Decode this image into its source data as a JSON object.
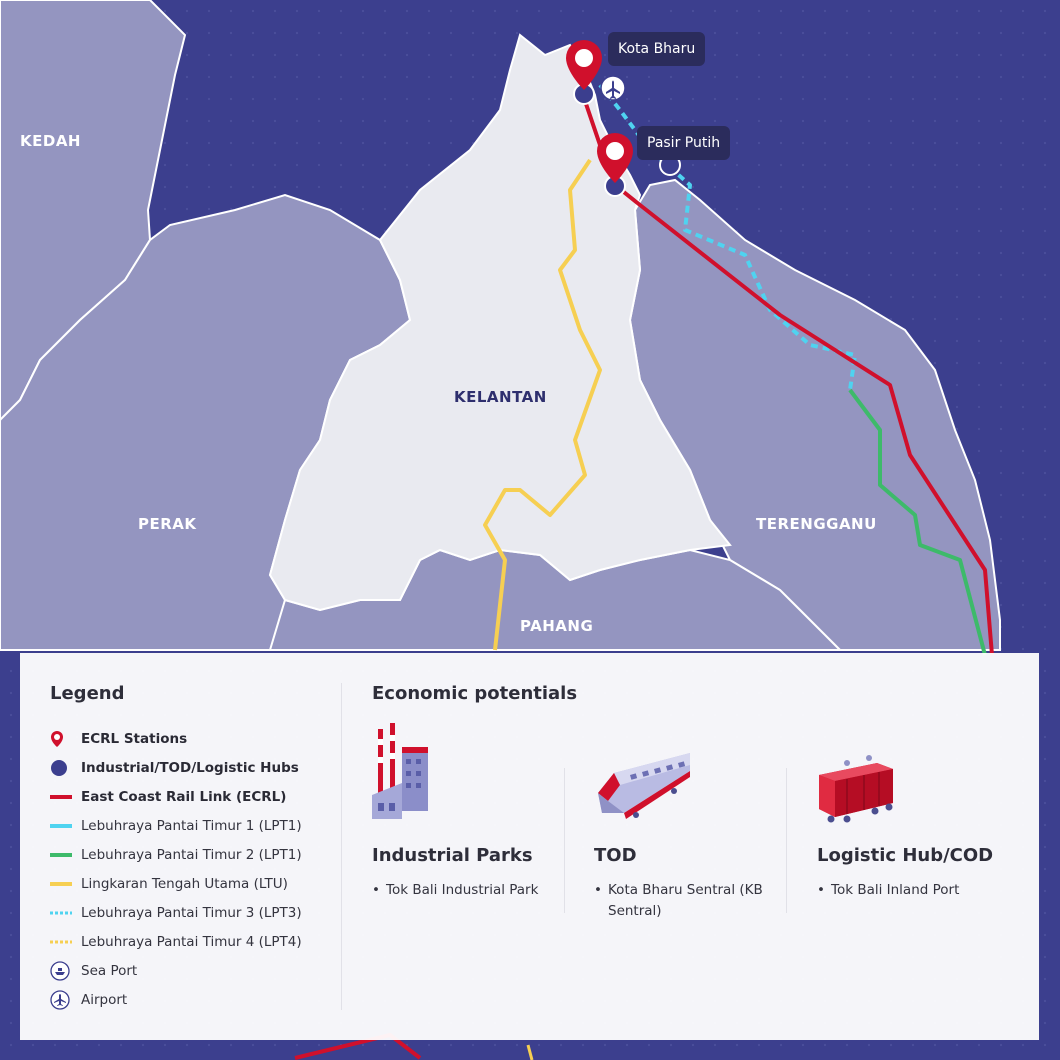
{
  "map": {
    "regions": {
      "kedah": "KEDAH",
      "perak": "PERAK",
      "kelantan": "KELANTAN",
      "terengganu": "TERENGGANU",
      "pahang": "PAHANG"
    },
    "stations": [
      {
        "name": "Kota Bharu"
      },
      {
        "name": "Pasir Putih"
      }
    ],
    "colors": {
      "sea": "#3c3f8e",
      "land_other": "#9495c0",
      "kelantan": "#e9eaf0",
      "ecrl": "#d0102c",
      "lpt1": "#4fd3f0",
      "lpt2": "#3dba6a",
      "ltu": "#f6cf52",
      "hub": "#3b3e8e"
    }
  },
  "legend": {
    "title": "Legend",
    "items": [
      {
        "label": "ECRL Stations",
        "icon": "station-pin-icon"
      },
      {
        "label": "Industrial/TOD/Logistic Hubs",
        "icon": "hub-dot-icon"
      },
      {
        "label": "East Coast Rail Link (ECRL)",
        "icon": "red-line-icon"
      },
      {
        "label": "Lebuhraya Pantai Timur 1 (LPT1)",
        "icon": "cyan-line-icon"
      },
      {
        "label": "Lebuhraya Pantai Timur 2 (LPT1)",
        "icon": "green-line-icon"
      },
      {
        "label": "Lingkaran Tengah Utama (LTU)",
        "icon": "yellow-line-icon"
      },
      {
        "label": "Lebuhraya Pantai Timur 3 (LPT3)",
        "icon": "cyan-dotted-line-icon"
      },
      {
        "label": "Lebuhraya Pantai Timur 4 (LPT4)",
        "icon": "yellow-dotted-line-icon"
      },
      {
        "label": "Sea Port",
        "icon": "ship-icon"
      },
      {
        "label": "Airport",
        "icon": "airplane-icon"
      }
    ]
  },
  "economic": {
    "title": "Economic potentials",
    "columns": [
      {
        "heading": "Industrial Parks",
        "icon": "factory-icon",
        "items": [
          "Tok Bali Industrial Park"
        ]
      },
      {
        "heading": "TOD",
        "icon": "train-icon",
        "items": [
          "Kota Bharu Sentral (KB Sentral)"
        ]
      },
      {
        "heading": "Logistic Hub/COD",
        "icon": "freight-wagon-icon",
        "items": [
          "Tok Bali Inland Port"
        ]
      }
    ]
  }
}
